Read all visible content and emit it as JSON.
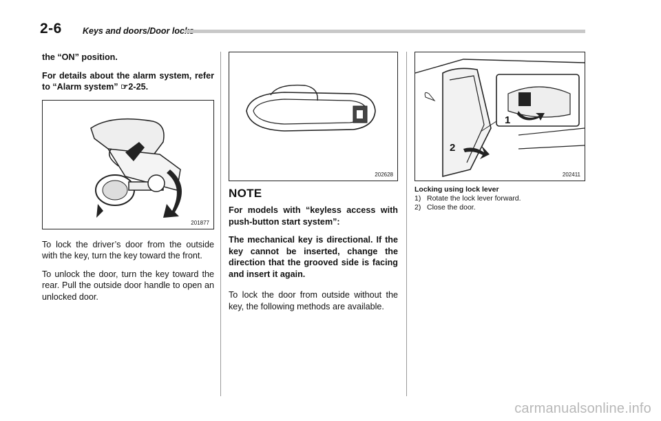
{
  "header": {
    "page_number": "2-6",
    "section_title": "Keys and doors/Door locks"
  },
  "col1": {
    "p1": "the “ON” position.",
    "p2": "For details about the alarm system, refer to “Alarm system” ☞2-25.",
    "fig_id": "201877",
    "p3": "To lock the driver’s door from the outside with the key, turn the key toward the front.",
    "p4": "To unlock the door, turn the key toward the rear. Pull the outside door handle to open an unlocked door."
  },
  "col2": {
    "fig_id": "202628",
    "note_heading": "NOTE",
    "note_p1": "For models with “keyless access with push-button start system”:",
    "note_p2": "The mechanical key is directional. If the key cannot be inserted, change the direction that the grooved side is facing and insert it again.",
    "p1": "To lock the door from outside without the key, the following methods are available."
  },
  "col3": {
    "fig_id": "202411",
    "callout_1": "1",
    "callout_2": "2",
    "caption_title": "Locking using lock lever",
    "steps": [
      {
        "num": "1)",
        "text": "Rotate the lock lever forward."
      },
      {
        "num": "2)",
        "text": "Close the door."
      }
    ]
  },
  "watermark": "carmanualsonline.info"
}
